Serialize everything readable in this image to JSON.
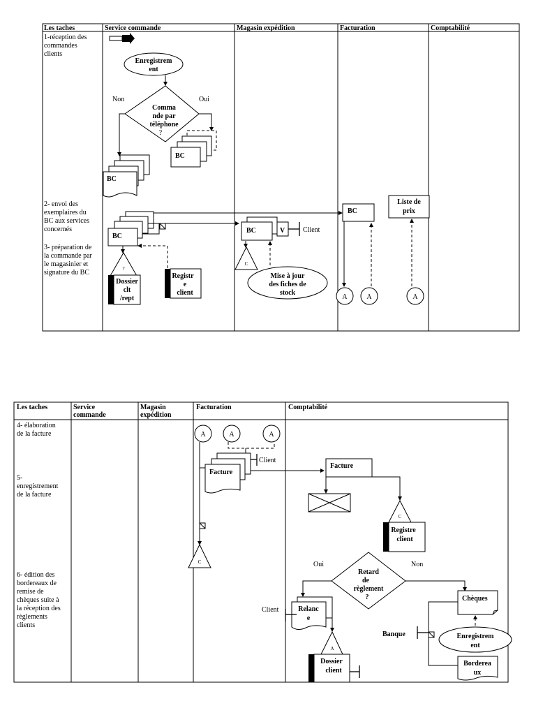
{
  "table1": {
    "headers": [
      "Les taches",
      "Service commande",
      "Magasin expédition",
      "Facturation",
      "Comptabilité"
    ],
    "tasks": [
      [
        "1-réception des",
        "commandes",
        "clients"
      ],
      [
        "2- envoi des",
        "exemplaires du",
        "BC aux services",
        "concernés"
      ],
      [
        "3- préparation de",
        "la commande par",
        "le magasinier et",
        "signature du BC"
      ]
    ],
    "shapes": {
      "enregistrement": [
        "Enregistrem",
        "ent"
      ],
      "decision": [
        "Comma",
        "nde par",
        "téléphone",
        "?"
      ],
      "non": "Non",
      "oui": "Oui",
      "bc": "BC",
      "bc_back": "BC",
      "dossier": [
        "Dossier",
        "clt",
        "/rept"
      ],
      "registre": [
        "Registr",
        "e",
        "client"
      ],
      "question": "?",
      "v": "V",
      "client": "Client",
      "c": "C",
      "mise_a_jour": [
        "Mise à jour",
        "des fiches de",
        "stock"
      ],
      "liste_prix": [
        "Liste de",
        "prix"
      ],
      "connector": "A"
    }
  },
  "table2": {
    "headers": [
      [
        "Les taches"
      ],
      [
        "Service",
        "commande"
      ],
      [
        "Magasin",
        "expédition"
      ],
      [
        "Facturation"
      ],
      [
        "Comptabilité"
      ]
    ],
    "tasks": [
      [
        "4- élaboration",
        "de la facture"
      ],
      [
        "5-",
        "enregistrement",
        "de la facture"
      ],
      [
        "6- édition des",
        "bordereaux de",
        "remise de",
        "chèques suite à",
        "la réception des",
        "règlements",
        "clients"
      ]
    ],
    "shapes": {
      "connector": "A",
      "client": "Client",
      "facture": "Facture",
      "facture_acct": "Facture",
      "c": "C",
      "registre": [
        "Registre",
        "client"
      ],
      "oui": "Oui",
      "non": "Non",
      "retard": [
        "Retard",
        "de",
        "règlement",
        "?"
      ],
      "relance": [
        "Relanc",
        "e"
      ],
      "a_small": "A",
      "dossier": [
        "Dossier",
        "client"
      ],
      "cheques": "Chèques",
      "banque": "Banque",
      "enregistrement": [
        "Enregistrem",
        "ent"
      ],
      "bordereaux": [
        "Borderea",
        "ux"
      ]
    }
  }
}
